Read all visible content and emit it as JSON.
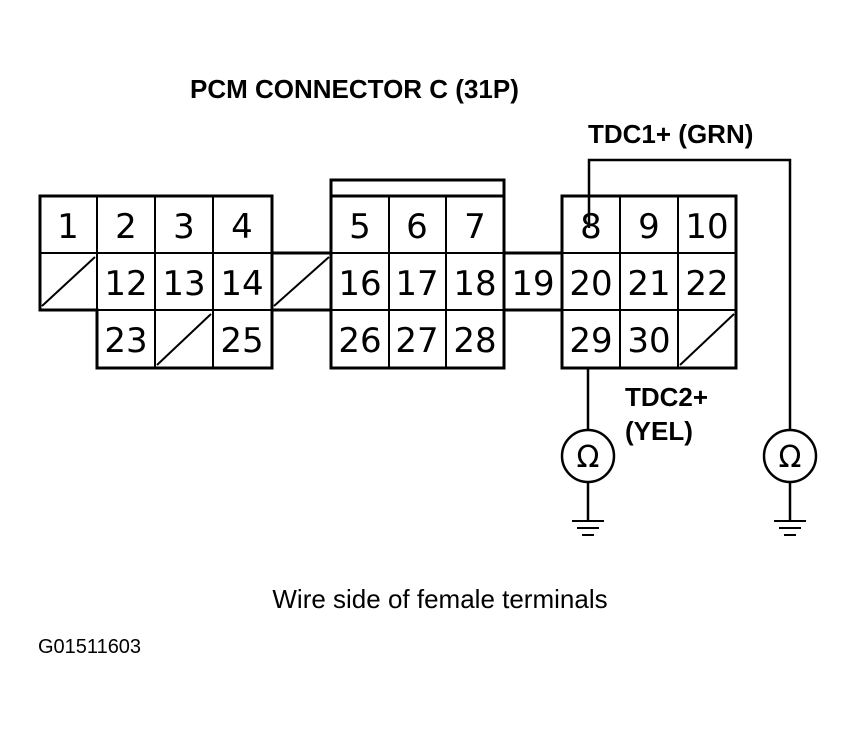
{
  "title": "PCM CONNECTOR C (31P)",
  "tdc1_label": "TDC1+ (GRN)",
  "tdc2_label_line1": "TDC2+",
  "tdc2_label_line2": "(YEL)",
  "ohm_symbol": "Ω",
  "caption": "Wire side of female terminals",
  "figure_code": "G01511603",
  "pins": {
    "p1": "1",
    "p2": "2",
    "p3": "3",
    "p4": "4",
    "p5": "5",
    "p6": "6",
    "p7": "7",
    "p8": "8",
    "p9": "9",
    "p10": "10",
    "p12": "12",
    "p13": "13",
    "p14": "14",
    "p16": "16",
    "p17": "17",
    "p18": "18",
    "p19": "19",
    "p20": "20",
    "p21": "21",
    "p22": "22",
    "p23": "23",
    "p25": "25",
    "p26": "26",
    "p27": "27",
    "p28": "28",
    "p29": "29",
    "p30": "30"
  }
}
